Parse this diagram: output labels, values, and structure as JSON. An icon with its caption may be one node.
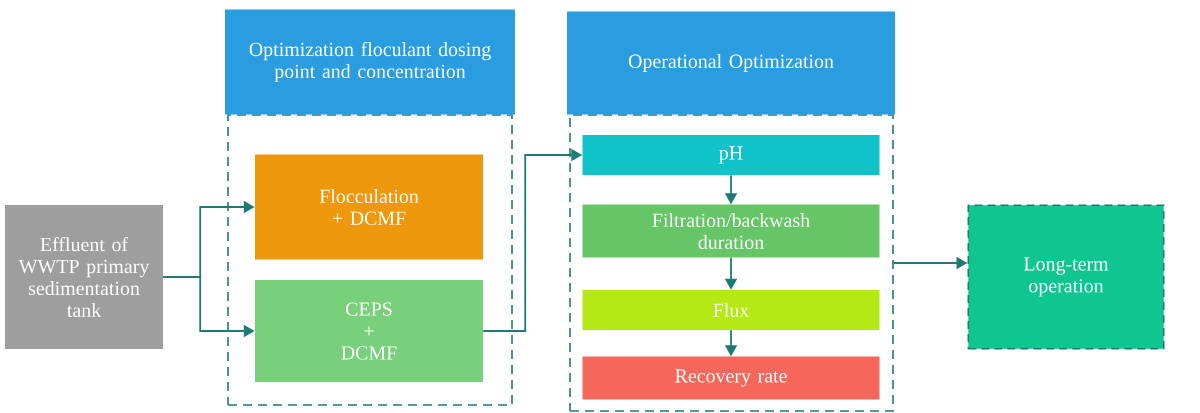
{
  "diagram": {
    "nodes": [
      {
        "text": [
          "Effluent of WWTP primary sedimentation tank"
        ]
      },
      {
        "text": [
          "Optimization floculant dosing point and concentration"
        ]
      },
      {
        "text": [
          "Flocculation + DCMF"
        ],
        "in": 1
      },
      {
        "text": [
          "CEPS + DCMF"
        ],
        "in": 1
      },
      {
        "text": [
          "Operational Optimization"
        ]
      },
      {
        "text": [
          "pH"
        ],
        "in": 4
      },
      {
        "text": [
          "Filtration/backwash duration"
        ],
        "in": 4
      },
      {
        "text": [
          "Flux"
        ],
        "in": 4
      },
      {
        "text": [
          "Recovery rate"
        ],
        "in": 4
      },
      {
        "text": [
          "Long-term operation"
        ]
      }
    ],
    "edges": [
      {
        "from": 0,
        "to": 2,
        "arrow": "to"
      },
      {
        "from": 0,
        "to": 3,
        "arrow": "to"
      },
      {
        "from": 3,
        "to": 5,
        "arrow": "to"
      },
      {
        "from": 5,
        "to": 6,
        "arrow": "to"
      },
      {
        "from": 6,
        "to": 7,
        "arrow": "to"
      },
      {
        "from": 7,
        "to": 8,
        "arrow": "to"
      },
      {
        "from": 4,
        "to": 9,
        "arrow": "to"
      }
    ]
  }
}
